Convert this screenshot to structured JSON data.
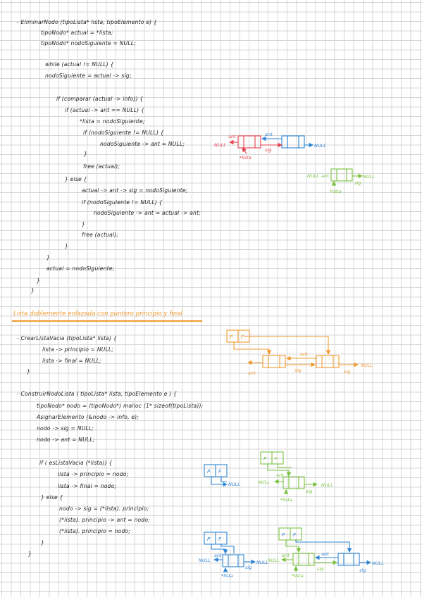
{
  "sections": [
    {
      "lines": [
        "-   EliminarNodo (tipoLista* lista,   tipoElemento  e) {",
        "tipoNodo*  actual  =  *lista;",
        "tipoNodo*  nodoSiguiente  =  NULL;",
        "while (actual != NULL) {",
        "nodoSiguiente  =  actual -> sig;",
        "if (comparar (actual -> info)) {",
        "if (actual -> ant == NULL) {",
        "*lista = nodoSiguiente;",
        "if (nodoSiguiente != NULL) {",
        "nodoSiguiente -> ant  =  NULL;",
        "}",
        "free (actual);",
        "} else {",
        "actual -> ant -> sig = nodoSiguiente;",
        "if (nodoSiguiente != NULL) {",
        "nodoSiguiente -> ant = actual -> ant;",
        "}",
        "free (actual);",
        "}",
        "}",
        "actual  =  nodoSiguiente;",
        "}",
        "}"
      ]
    },
    {
      "title": "Lista doblemente enlazada  con puntero principio y final",
      "lines": [
        "-   CrearListaVacia (tipoLista* lista) {",
        "lista -> principio  =  NULL;",
        "lista -> final  =  NULL;",
        "}"
      ]
    },
    {
      "lines": [
        "-   ConstruirNodoLista ( tipoLista* lista,  tipoElemento  e ) {",
        "tipoNodo*  nodo = (tipoNodo*) malloc (1* sizeof(tipoLista));",
        "AsignarElemento (&nodo -> info,  e);",
        "nodo -> sig  =  NULL;",
        "nodo -> ant  =  NULL;",
        "if ( esListaVacia (*lista)) {",
        "lista -> principio  =  nodo;",
        "lista -> final  =  nodo;",
        "} else {",
        "nodo -> sig = (*lista). principio;",
        "(*lista). principio -> ant = nodo;",
        "(*lista). principio = nodo;",
        "}",
        "}"
      ]
    }
  ],
  "diagrams": {
    "remove_red": {
      "null_l": "NULL",
      "ant_l": "ant",
      "ant_m": "ant",
      "sig": "sig",
      "lista": "*lista",
      "null_r": "NULL"
    },
    "remove_green": {
      "null_l": "NULL",
      "ant": "ant",
      "null_r": "NULL",
      "sig": "sig",
      "lista": "*lista"
    },
    "empty_orange": {
      "p": "P",
      "f": "F",
      "ant_top": "ant",
      "ant_bottom": "ant",
      "sig": "sig",
      "sig_r": "sig",
      "null_r": "NULL"
    },
    "blue_single": {
      "p": "P",
      "f": "F",
      "null": "NULL"
    },
    "green_single": {
      "p": "P",
      "f": "F",
      "null_l": "NULL",
      "ant": "ant",
      "null_r": "NULL",
      "sig": "sig",
      "lista": "*lista"
    },
    "blue_double": {
      "p": "P",
      "f": "F",
      "null_l": "NULL",
      "ant": "ant",
      "sig": "sig",
      "lista": "*lista",
      "null_r": "NULL"
    },
    "green_double": {
      "p": "P",
      "f": "F",
      "null_l": "NULL",
      "ant_l": "ant",
      "ant_r": "ant",
      "sig_l": "sig",
      "sig_r": "sig",
      "lista": "*lista",
      "null_r": "NULL"
    }
  },
  "colors": {
    "ink": "#1e1e1e",
    "red": "#e8414f",
    "blue": "#2f86d6",
    "green": "#7cc242",
    "orange": "#f29a2e"
  }
}
